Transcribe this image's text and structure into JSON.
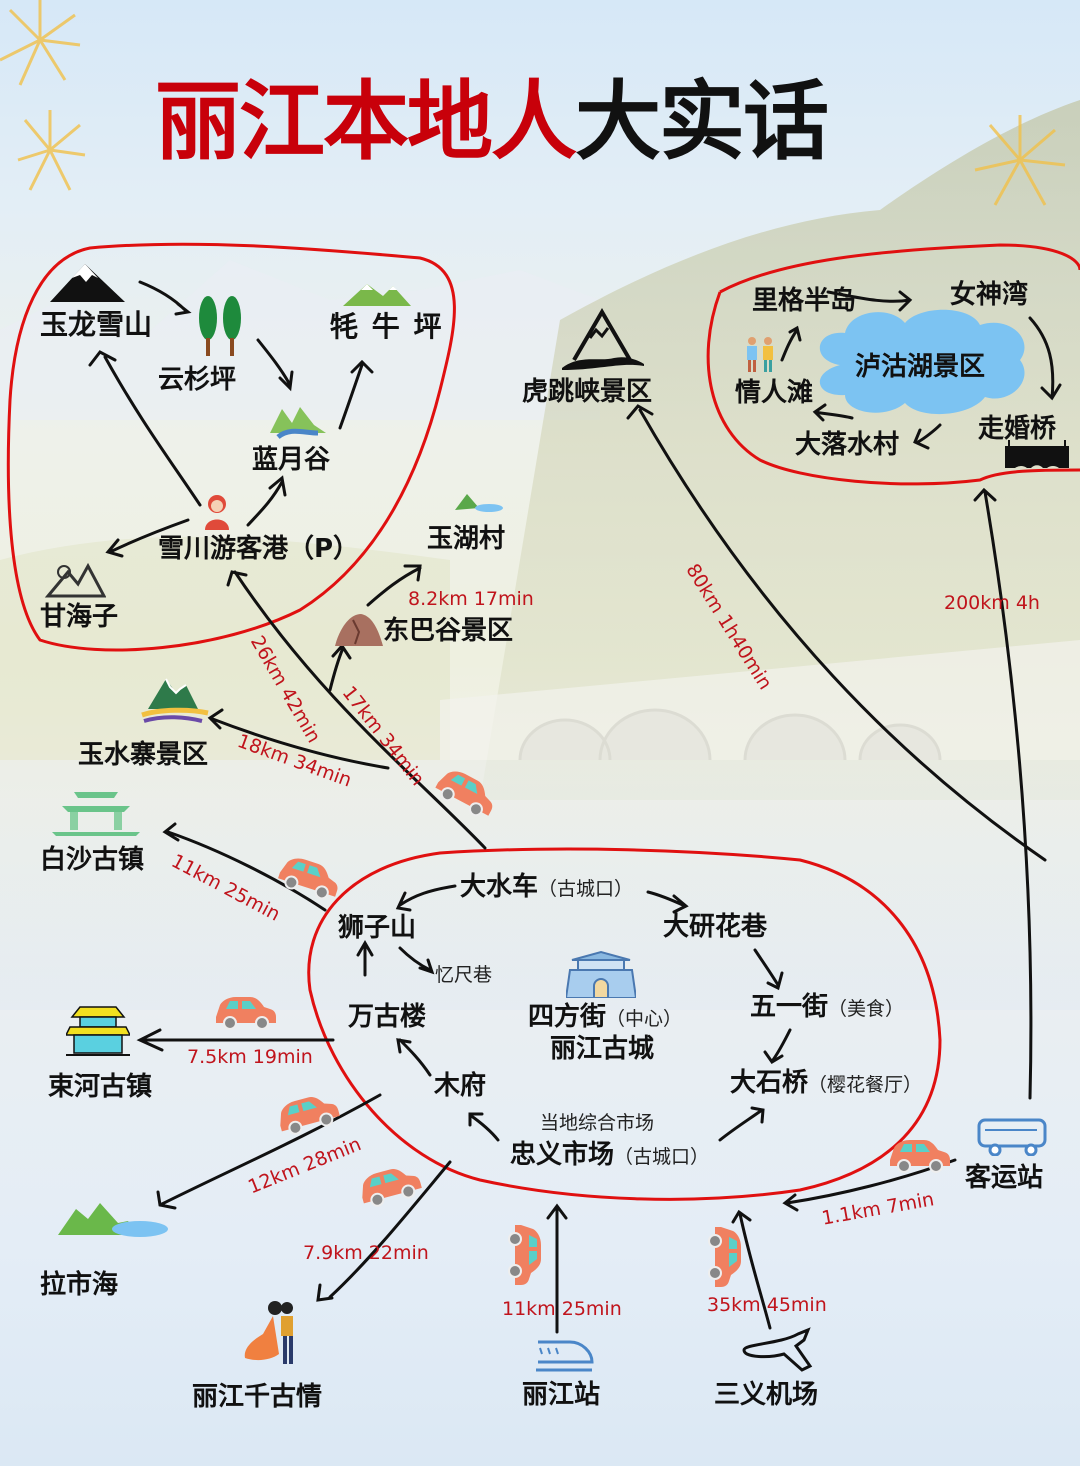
{
  "title": {
    "red": "丽江本地人",
    "black": "大实话"
  },
  "colors": {
    "title_red": "#c8000a",
    "loop_red": "#e01010",
    "distance_red": "#c0141c",
    "lake_blue": "#7cc3f2",
    "car": "#f08060"
  },
  "regions": {
    "yulong": {
      "places": [
        {
          "name": "玉龙雪山",
          "icon": "snow-mountain-icon"
        },
        {
          "name": "云杉坪",
          "icon": "trees-icon"
        },
        {
          "name": "牦 牛 坪",
          "icon": "green-mountain-icon"
        },
        {
          "name": "蓝月谷",
          "icon": "valley-icon"
        },
        {
          "name": "雪川游客港（P）",
          "icon": "person-icon"
        },
        {
          "name": "甘海子",
          "icon": "sun-mountain-icon"
        }
      ]
    },
    "lugu": {
      "center": "泸沽湖景区",
      "places": [
        {
          "name": "里格半岛"
        },
        {
          "name": "女神湾"
        },
        {
          "name": "情人滩",
          "icon": "couple-icon"
        },
        {
          "name": "大落水村"
        },
        {
          "name": "走婚桥",
          "icon": "bridge-icon"
        }
      ]
    },
    "old_town": {
      "places": [
        {
          "name": "大水车",
          "note": "（古城口）"
        },
        {
          "name": "狮子山"
        },
        {
          "name": "忆尺巷"
        },
        {
          "name": "大研花巷"
        },
        {
          "name": "万古楼"
        },
        {
          "name": "四方街",
          "note": "（中心）"
        },
        {
          "name": "丽江古城",
          "icon": "city-gate-icon"
        },
        {
          "name": "五一街",
          "note": "（美食）"
        },
        {
          "name": "木府"
        },
        {
          "name": "大石桥",
          "note": "（樱花餐厅）"
        },
        {
          "name": "当地综合市场"
        },
        {
          "name": "忠义市场",
          "note": "（古城口）"
        }
      ]
    }
  },
  "destinations": [
    {
      "name": "虎跳峡景区",
      "distance": "80km 1h40min",
      "icon": "mountain-outline-icon"
    },
    {
      "name": "玉湖村",
      "distance": "8.2km 17min",
      "icon": "lake-village-icon"
    },
    {
      "name": "东巴谷景区",
      "distance": "17km 34min",
      "icon": "rock-mountain-icon"
    },
    {
      "name": "雪川游客港",
      "distance": "26km 42min"
    },
    {
      "name": "玉水寨景区",
      "distance": "18km 34min",
      "icon": "mountain-lake-icon"
    },
    {
      "name": "白沙古镇",
      "distance": "11km 25min",
      "icon": "gate-tower-icon"
    },
    {
      "name": "束河古镇",
      "distance": "7.5km 19min",
      "icon": "temple-icon"
    },
    {
      "name": "拉市海",
      "distance": "12km 28min",
      "icon": "lake-icon"
    },
    {
      "name": "丽江千古情",
      "distance": "7.9km 22min",
      "icon": "dancing-couple-icon"
    },
    {
      "name": "泸沽湖景区",
      "distance": "200km 4h"
    }
  ],
  "transport": [
    {
      "name": "丽江站",
      "distance": "11km 25min",
      "icon": "train-icon"
    },
    {
      "name": "三义机场",
      "distance": "35km 45min",
      "icon": "airplane-icon"
    },
    {
      "name": "客运站",
      "distance": "1.1km 7min",
      "icon": "bus-icon"
    }
  ]
}
